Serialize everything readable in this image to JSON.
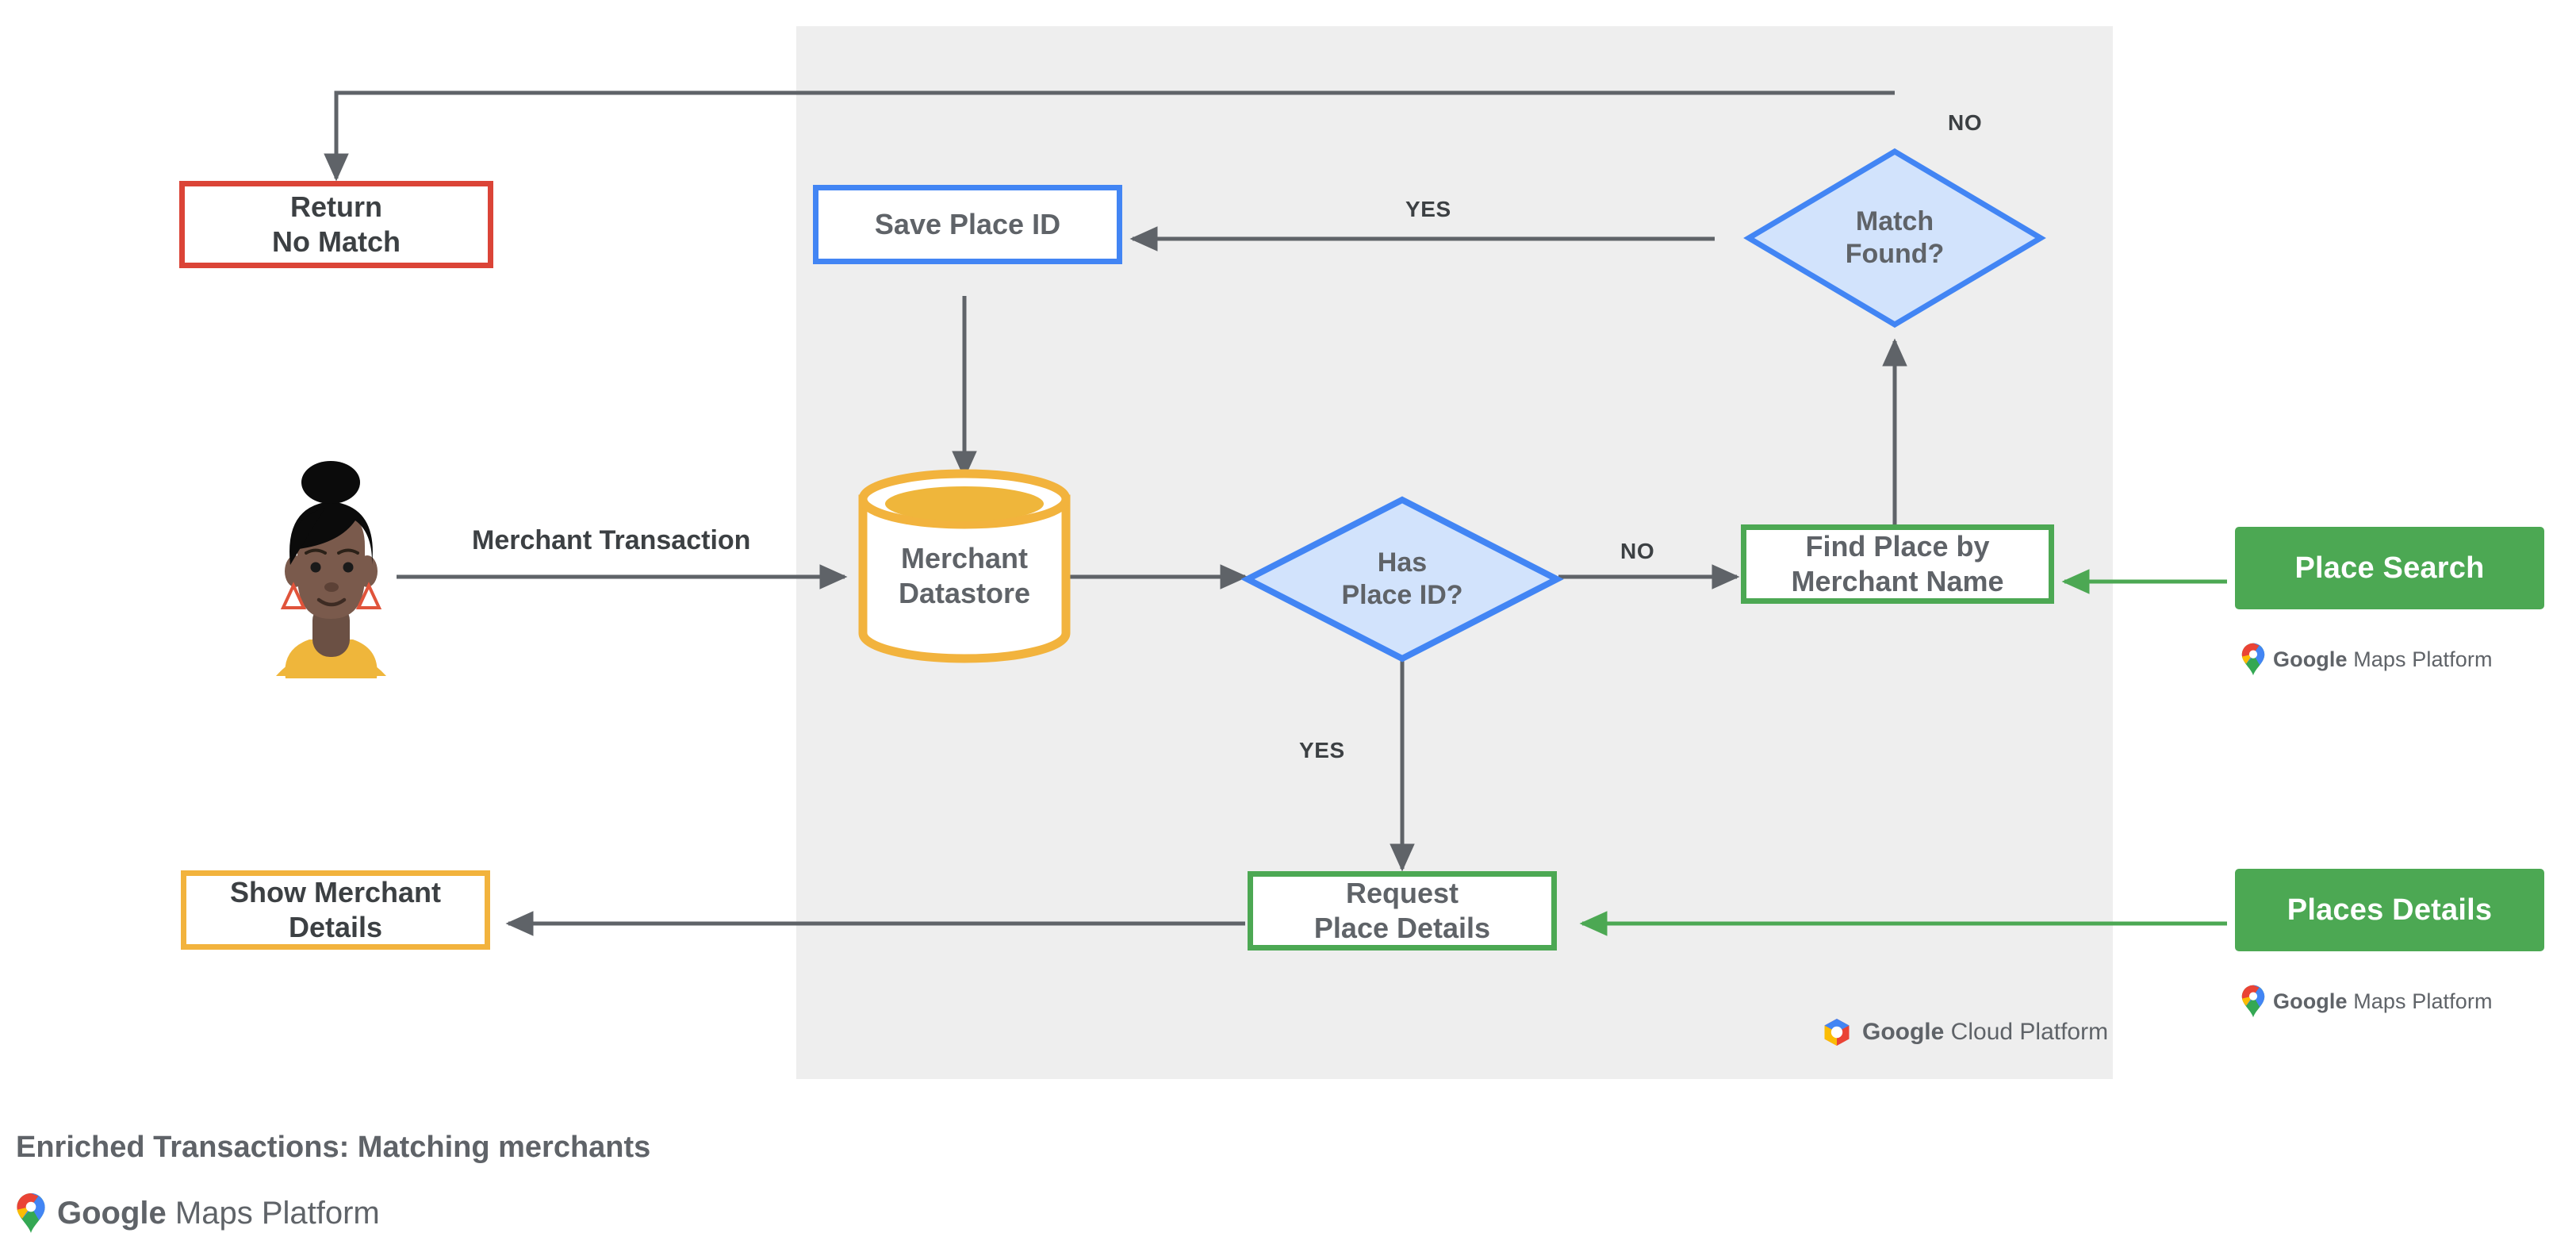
{
  "diagram": {
    "caption": "Enriched Transactions: Matching merchants",
    "brand_google": "Google",
    "brand_maps_platform": " Maps Platform",
    "brand_cloud_platform": " Cloud Platform",
    "panel_label": "google-cloud-platform-region"
  },
  "colors": {
    "panel_bg": "#eeeeee",
    "red": "#DB4437",
    "blue": "#4285F4",
    "blue_fill": "#D2E3FC",
    "green": "#4CA853",
    "yellow": "#F2B33D",
    "yellow_fill": "#EFB63B",
    "wire": "#5f6368",
    "text": "#3c4043"
  },
  "nodes": {
    "return_no_match": {
      "label": "Return\nNo Match",
      "border_color": "#DB4437"
    },
    "save_place_id": {
      "label": "Save Place ID",
      "border_color": "#4285F4"
    },
    "match_found": {
      "label": "Match\nFound?",
      "border_color": "#4285F4"
    },
    "merchant_datastore": {
      "label": "Merchant\nDatastore",
      "border_color": "#F2B33D"
    },
    "has_place_id": {
      "label": "Has\nPlace ID?",
      "border_color": "#4285F4"
    },
    "find_place_by_merchant_name": {
      "label": "Find Place by\nMerchant Name",
      "border_color": "#4CA853"
    },
    "request_place_details": {
      "label": "Request\nPlace Details",
      "border_color": "#4CA853"
    },
    "show_merchant_details": {
      "label": "Show Merchant\nDetails",
      "border_color": "#F2B33D"
    },
    "place_search_chip": {
      "label": "Place Search",
      "fill_color": "#4CA853"
    },
    "places_details_chip": {
      "label": "Places Details",
      "fill_color": "#4CA853"
    }
  },
  "edges": {
    "merchant_transaction": "Merchant Transaction",
    "has_place_id_no": "NO",
    "has_place_id_yes": "YES",
    "match_found_yes": "YES",
    "match_found_no": "NO"
  },
  "icons": {
    "user": "user-avatar-icon",
    "maps_pin": "google-maps-pin-icon",
    "cloud_hex": "google-cloud-hexagon-icon",
    "datastore": "database-cylinder-icon"
  }
}
